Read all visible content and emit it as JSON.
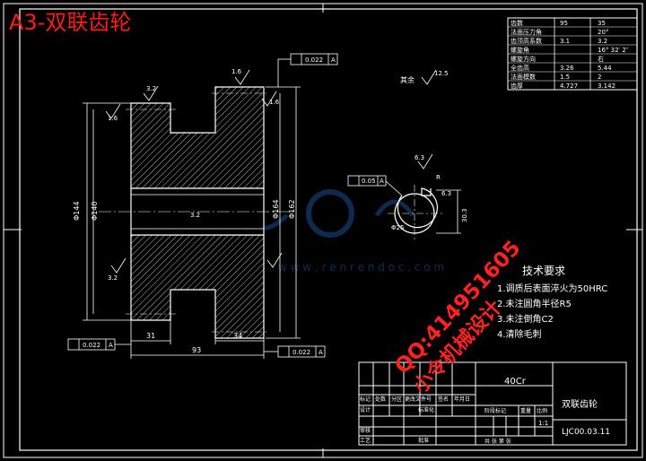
{
  "overlay": {
    "top_title": "A3-双联齿轮",
    "qq_line": "QQ:414951605",
    "designer_line": "小令机械设计",
    "watermark_url": "w w w . r e n r e n d o c . c o m"
  },
  "param_table": {
    "rows": [
      {
        "label": "齿数",
        "v1": "95",
        "v2": "35"
      },
      {
        "label": "法面压力角",
        "v1": "",
        "v2": "20°"
      },
      {
        "label": "齿顶高系数",
        "v1": "3.1",
        "v2": "3.2"
      },
      {
        "label": "螺旋角",
        "v1": "",
        "v2": "16° 32′ 2″"
      },
      {
        "label": "螺旋方向",
        "v1": "",
        "v2": "右"
      },
      {
        "label": "全齿高",
        "v1": "3.26",
        "v2": "5.44"
      },
      {
        "label": "法面模数",
        "v1": "1.5",
        "v2": "2"
      },
      {
        "label": "齿厚",
        "v1": "4.727",
        "v2": "3.142"
      }
    ]
  },
  "dimensions": {
    "dia_left_outer": "Φ144",
    "dia_left_inner": "Φ140",
    "dia_right_outer": "Φ162",
    "dia_right_mid": "Φ164",
    "dim_31": "31",
    "dim_34": "34",
    "dim_93": "93",
    "rough_32": "3.2",
    "rough_16a": "1.6",
    "rough_16b": "1.6",
    "rough_16c": "1.6",
    "rough_32b": "3.2",
    "rough_32c": "3.2",
    "rough_125": "12.5",
    "rough_63": "6.3",
    "rough_63b": "6.3",
    "tol_1": "0.022",
    "tol_1_datum": "A",
    "tol_2": "0.022",
    "tol_2_datum": "A",
    "tol_3": "0.022",
    "tol_3_datum": "A",
    "tol_4": "0.05",
    "tol_4_datum": "A",
    "section_r": "R",
    "section_phi25": "Φ25",
    "section_30": "30.3",
    "remaining_label": "其余"
  },
  "tech_req": {
    "title": "技术要求",
    "items": [
      "1.调质后表面淬火为50HRC",
      "2.未注圆角半径R5",
      "3.未注倒角C2",
      "4.清除毛刺"
    ]
  },
  "title_block": {
    "material": "40Cr",
    "part_name": "双联齿轮",
    "drawing_no": "LJC00.03.11",
    "scale": "1:1",
    "h_mark": "标记",
    "h_count": "处数",
    "h_zone": "分区",
    "h_doc": "更改文件号",
    "h_sign": "签名",
    "h_date": "年月日",
    "h_design": "设计",
    "h_std": "标准化",
    "h_stage": "阶段标记",
    "h_weight": "重量",
    "h_scale": "比例",
    "h_check": "审核",
    "h_craft": "工艺",
    "h_approve": "批准",
    "h_sheets": "共   张 第   张"
  }
}
